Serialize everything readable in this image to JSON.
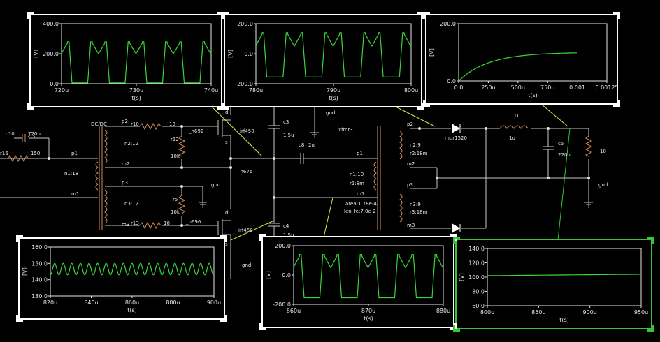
{
  "schematic": {
    "labels": {
      "c10": "c10",
      "c10_val": "720p",
      "r16": "r16",
      "r16_val": "150",
      "dcdc": "DC/DC",
      "p1_left": "p1",
      "n1": "n1:18",
      "m1_left": "m1",
      "p2_left": "p2",
      "n2": "n2:12",
      "m2_left": "m2",
      "p3_left": "p3",
      "n3": "n3:12",
      "m3_left": "m3",
      "r10": "r10",
      "r10_val": "10",
      "r12": "r12",
      "r12_val": "10k",
      "n692": "_n692",
      "r13": "r13",
      "r13_val": "10",
      "r5": "r5",
      "r5_val": "10k",
      "n696": "_n696",
      "n676": "_n676",
      "gnd1": "gnd",
      "gnd2": "gnd",
      "gnd3": "gnd",
      "gnd4": "gnd",
      "d1": "d",
      "s1": "s",
      "irf1": "irf450",
      "d2": "d",
      "s2": "s",
      "irf2": "irf450",
      "c3": "c3",
      "c3_val": "1.5u",
      "c4": "c4",
      "c4_val": "1.5u",
      "c8": "c8",
      "c8_val": "2u",
      "xfmr3": "xfmr3",
      "p1_right": "p1",
      "n1_right": "n1:10",
      "r1_right": "r1:8m",
      "m1_right": "m1",
      "area": "area:1.78e-4",
      "len": "len_fe:7.0e-2",
      "p2_right": "p2",
      "n2_right": "n2:9",
      "r2_right": "r2:18m",
      "m2_right": "m2",
      "p3_right": "p3",
      "n3_right": "n3:9",
      "r3_right": "r3:18m",
      "m3_right": "m3",
      "mur": "mur1520",
      "l1": "l1",
      "l1_val": "1u",
      "c5": "c5",
      "c5_val": "220u",
      "r_load": "10"
    }
  },
  "scopes": [
    {
      "chart_data": {
        "type": "line",
        "title": "",
        "xlabel": "t(s)",
        "ylabel": "[V]",
        "xlim": [
          720,
          740
        ],
        "ylim": [
          0,
          400
        ],
        "x_ticks": [
          "720u",
          "730u",
          "740u"
        ],
        "y_ticks": [
          "0.0",
          "200.0",
          "400.0"
        ],
        "series": [
          {
            "color": "#39d639",
            "shape": "trapezoid",
            "period": 5,
            "low": 5,
            "high": 280,
            "mid": 200,
            "phase": 0.3
          }
        ]
      }
    },
    {
      "chart_data": {
        "type": "line",
        "title": "",
        "xlabel": "t(s)",
        "ylabel": "[V]",
        "xlim": [
          780,
          800
        ],
        "ylim": [
          -200,
          200
        ],
        "x_ticks": [
          "780u",
          "790u",
          "800u"
        ],
        "y_ticks": [
          "-200.0",
          "0.0",
          "200.0"
        ],
        "series": [
          {
            "color": "#39d639",
            "shape": "trapezoid",
            "period": 5,
            "low": -155,
            "high": 140,
            "mid": 50,
            "phase": 0.3
          }
        ]
      }
    },
    {
      "chart_data": {
        "type": "line",
        "title": "",
        "xlabel": "t(s)",
        "ylabel": "[V]",
        "xlim": [
          0,
          1.25
        ],
        "ylim": [
          0,
          200
        ],
        "x_ticks": [
          "0.0",
          "250u",
          "500u",
          "750u",
          "0.001",
          "0.00125"
        ],
        "y_ticks": [
          "0.0",
          "200.0"
        ],
        "series": [
          {
            "color": "#39d639",
            "shape": "charge",
            "x_end": 1.0,
            "final": 100,
            "tau": 0.25
          }
        ]
      }
    },
    {
      "chart_data": {
        "type": "line",
        "title": "",
        "xlabel": "t(s)",
        "ylabel": "[V]",
        "xlim": [
          820,
          900
        ],
        "ylim": [
          130,
          160
        ],
        "x_ticks": [
          "820u",
          "840u",
          "860u",
          "880u",
          "900u"
        ],
        "y_ticks": [
          "130.0",
          "140.0",
          "150.0",
          "160.0"
        ],
        "series": [
          {
            "color": "#39d639",
            "shape": "ripple",
            "period": 4.2,
            "low": 143,
            "high": 150
          }
        ]
      }
    },
    {
      "chart_data": {
        "type": "line",
        "title": "",
        "xlabel": "t(s)",
        "ylabel": "[V]",
        "xlim": [
          860,
          880
        ],
        "ylim": [
          -200,
          200
        ],
        "x_ticks": [
          "860u",
          "870u",
          "880u"
        ],
        "y_ticks": [
          "-200.0",
          "0.0",
          "200.0"
        ],
        "series": [
          {
            "color": "#39d639",
            "shape": "trapezoid",
            "period": 5,
            "low": -155,
            "high": 140,
            "mid": 50,
            "phase": 0.3
          }
        ]
      }
    },
    {
      "chart_data": {
        "type": "line",
        "title": "",
        "xlabel": "t(s)",
        "ylabel": "[V]",
        "xlim": [
          800,
          950
        ],
        "ylim": [
          60,
          140
        ],
        "x_ticks": [
          "800u",
          "850u",
          "900u",
          "950u"
        ],
        "y_ticks": [
          "60.0",
          "80.0",
          "100.0",
          "120.0",
          "140.0"
        ],
        "series": [
          {
            "color": "#39d639",
            "shape": "flat",
            "start": 102,
            "end": 104
          }
        ]
      }
    }
  ]
}
